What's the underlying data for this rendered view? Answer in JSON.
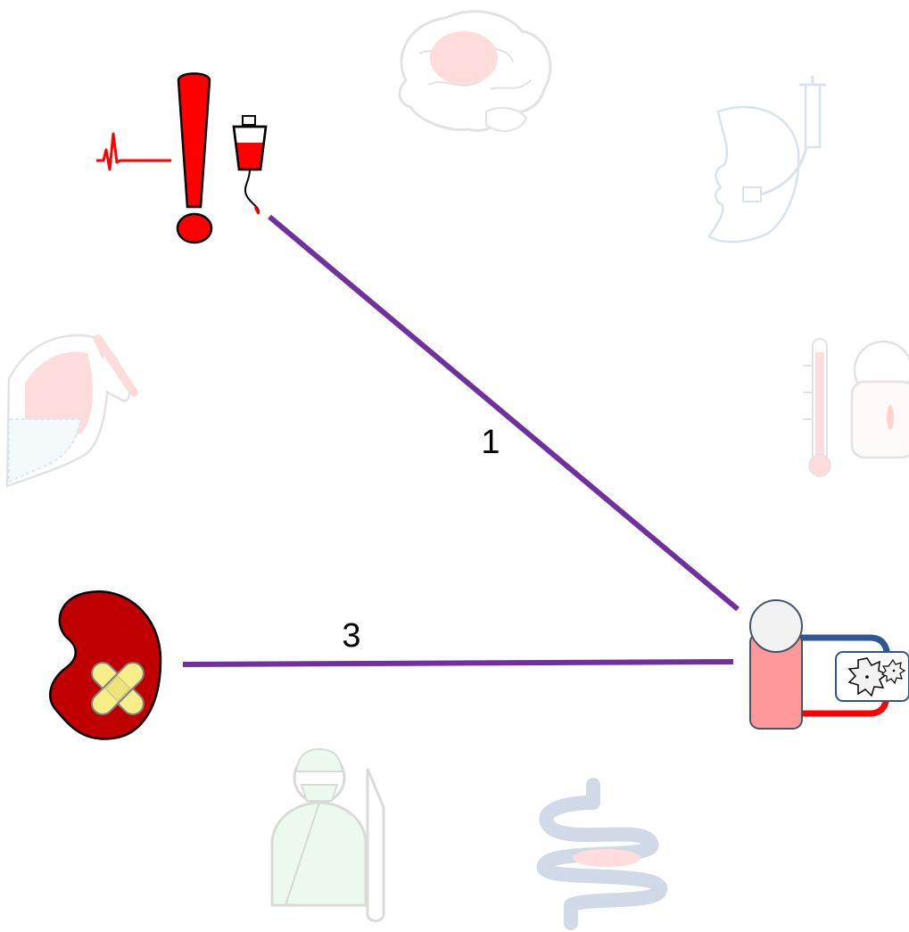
{
  "colors": {
    "connector": "#7030a0",
    "alarm_red": "#ff0000",
    "kidney": "#c00000",
    "bandage": "#f7ee8a",
    "patient_body": "#ff9999",
    "patient_head": "#f2f2f2",
    "venous_line": "#2e5596",
    "arterial_line": "#ff0000",
    "faded_icon": "#a6a6a6"
  },
  "nodes": [
    {
      "id": "shock",
      "icons": [
        "ecg-flatline-icon",
        "exclamation-icon",
        "blood-bag-icon"
      ],
      "emphasized": true
    },
    {
      "id": "kidney-injury",
      "icons": [
        "kidney-icon",
        "bandage-icon"
      ],
      "emphasized": true
    },
    {
      "id": "ecmo-patient",
      "icons": [
        "patient-icon",
        "ecmo-circuit-icon",
        "oxygenator-icon"
      ],
      "emphasized": true
    },
    {
      "id": "brain",
      "icons": [
        "brain-icon"
      ],
      "emphasized": false
    },
    {
      "id": "intubation",
      "icons": [
        "intubated-face-icon",
        "syringe-icon"
      ],
      "emphasized": false
    },
    {
      "id": "fever-wound",
      "icons": [
        "thermometer-icon",
        "wounded-patient-icon"
      ],
      "emphasized": false
    },
    {
      "id": "lung",
      "icons": [
        "lung-effusion-icon"
      ],
      "emphasized": false
    },
    {
      "id": "surgery",
      "icons": [
        "surgeon-icon",
        "scalpel-icon"
      ],
      "emphasized": false
    },
    {
      "id": "bowel",
      "icons": [
        "bowel-icon"
      ],
      "emphasized": false
    }
  ],
  "edges": [
    {
      "from": "shock",
      "to": "ecmo-patient",
      "label": "1"
    },
    {
      "from": "kidney-injury",
      "to": "ecmo-patient",
      "label": "3"
    }
  ]
}
